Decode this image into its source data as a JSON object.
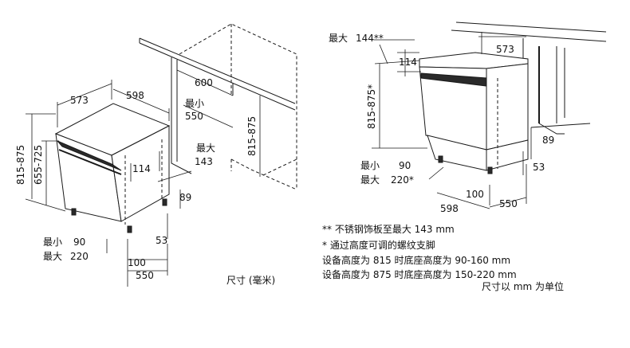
{
  "left_view": {
    "dims": {
      "depth_573": "573",
      "width_598": "598",
      "niche_600": "600",
      "min_label": "最小",
      "niche_550": "550",
      "height_815_875": "815-875",
      "height_655_725": "655-725",
      "height_niche_815_875": "815-875",
      "max_label": "最大",
      "max_143": "143",
      "dim_114": "114",
      "dim_89": "89",
      "min_label_2": "最小",
      "min_90": "90",
      "max_label_2": "最大",
      "max_220": "220",
      "dim_53": "53",
      "dim_100": "100",
      "dim_550": "550"
    }
  },
  "right_view": {
    "dims": {
      "max_label": "最大",
      "max_144": "144**",
      "dim_573": "573",
      "dim_114": "114",
      "height_815_875": "815-875*",
      "dim_89": "89",
      "dim_53": "53",
      "min_label": "最小",
      "min_90": "90",
      "max_label_2": "最大",
      "max_220": "220*",
      "dim_100": "100",
      "dim_598": "598",
      "dim_550": "550"
    }
  },
  "notes": {
    "note1": "** 不锈钢饰板至最大 143 mm",
    "note2": "* 通过高度可调的螺纹支脚",
    "note3": "设备高度为 815 时底座高度为   90-160 mm",
    "note4": "设备高度为 875 时底座高度为 150-220 mm",
    "note5": "尺寸以 mm 为单位"
  },
  "caption": "尺寸 (毫米)"
}
